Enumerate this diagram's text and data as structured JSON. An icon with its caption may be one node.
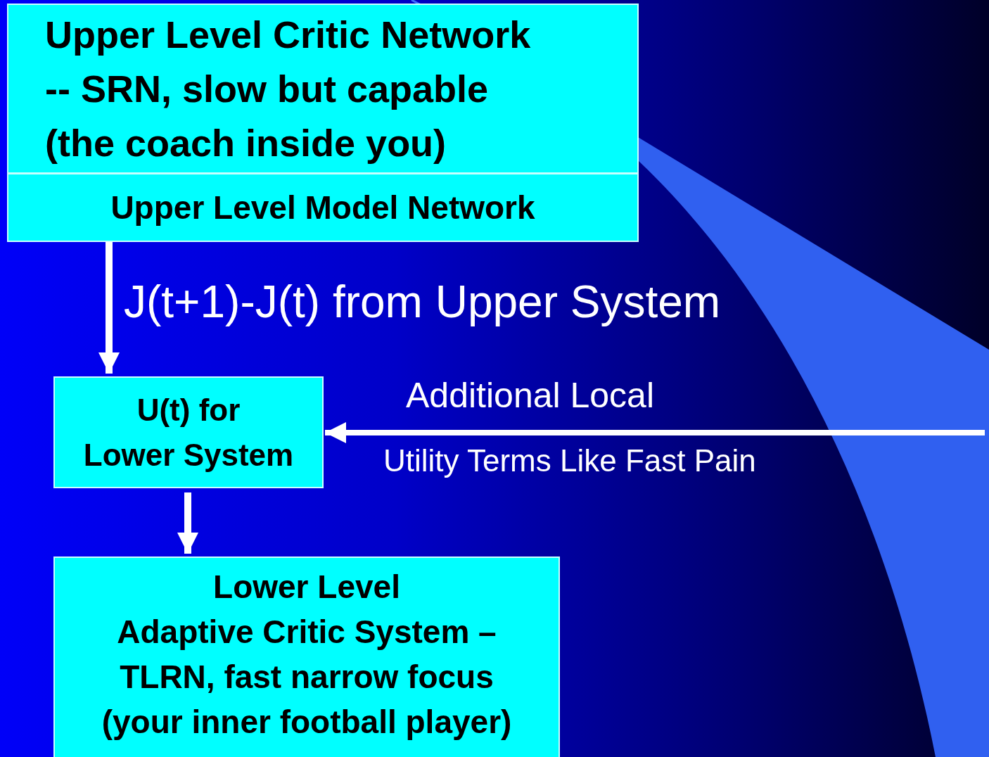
{
  "diagram": {
    "nodes": [
      {
        "text": [
          "Upper Level Critic Network -- SRN, slow but capable (the coach inside you)"
        ]
      },
      {
        "text": [
          "Upper Level Model Network"
        ]
      },
      {
        "text": [
          "U(t) for Lower System"
        ]
      },
      {
        "text": [
          "Lower Level",
          "Adaptive Critic System – TLRN, fast narrow focus (your inner football player)"
        ]
      }
    ],
    "edges": [
      {
        "from": 1,
        "to": 2,
        "arrow": "to",
        "label": "J(t+1)-J(t) from Upper System"
      },
      {
        "from": 2,
        "to": 3,
        "arrow": "to"
      },
      {
        "from": null,
        "to": 2,
        "arrow": "to",
        "label": "Additional Local"
      }
    ],
    "labels": [
      "Utility Terms Like Fast Pain"
    ]
  }
}
